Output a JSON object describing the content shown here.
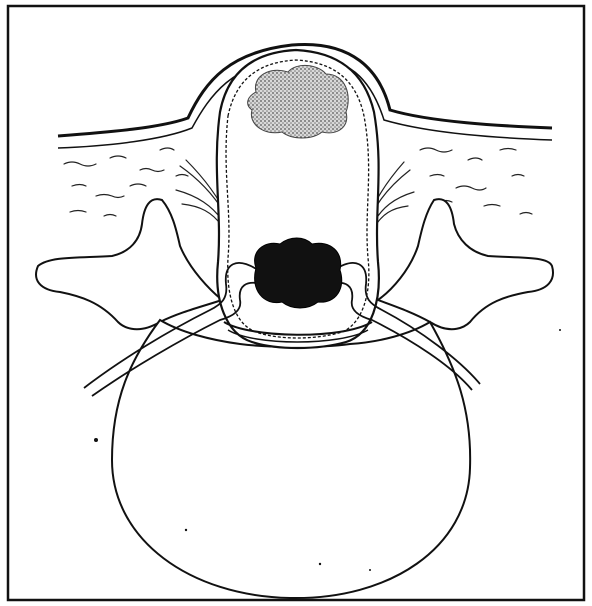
{
  "figure": {
    "background": "#ffffff",
    "ink": "#111111",
    "shading": "#6f6f6f",
    "parts": [
      "border-frame",
      "skin-surface",
      "subcutaneous-tissue",
      "dural-sac",
      "spinal-cord-shaded",
      "ganglion-mass",
      "nerve-root-left",
      "nerve-root-right",
      "vertebral-arch",
      "vertebral-body"
    ]
  }
}
